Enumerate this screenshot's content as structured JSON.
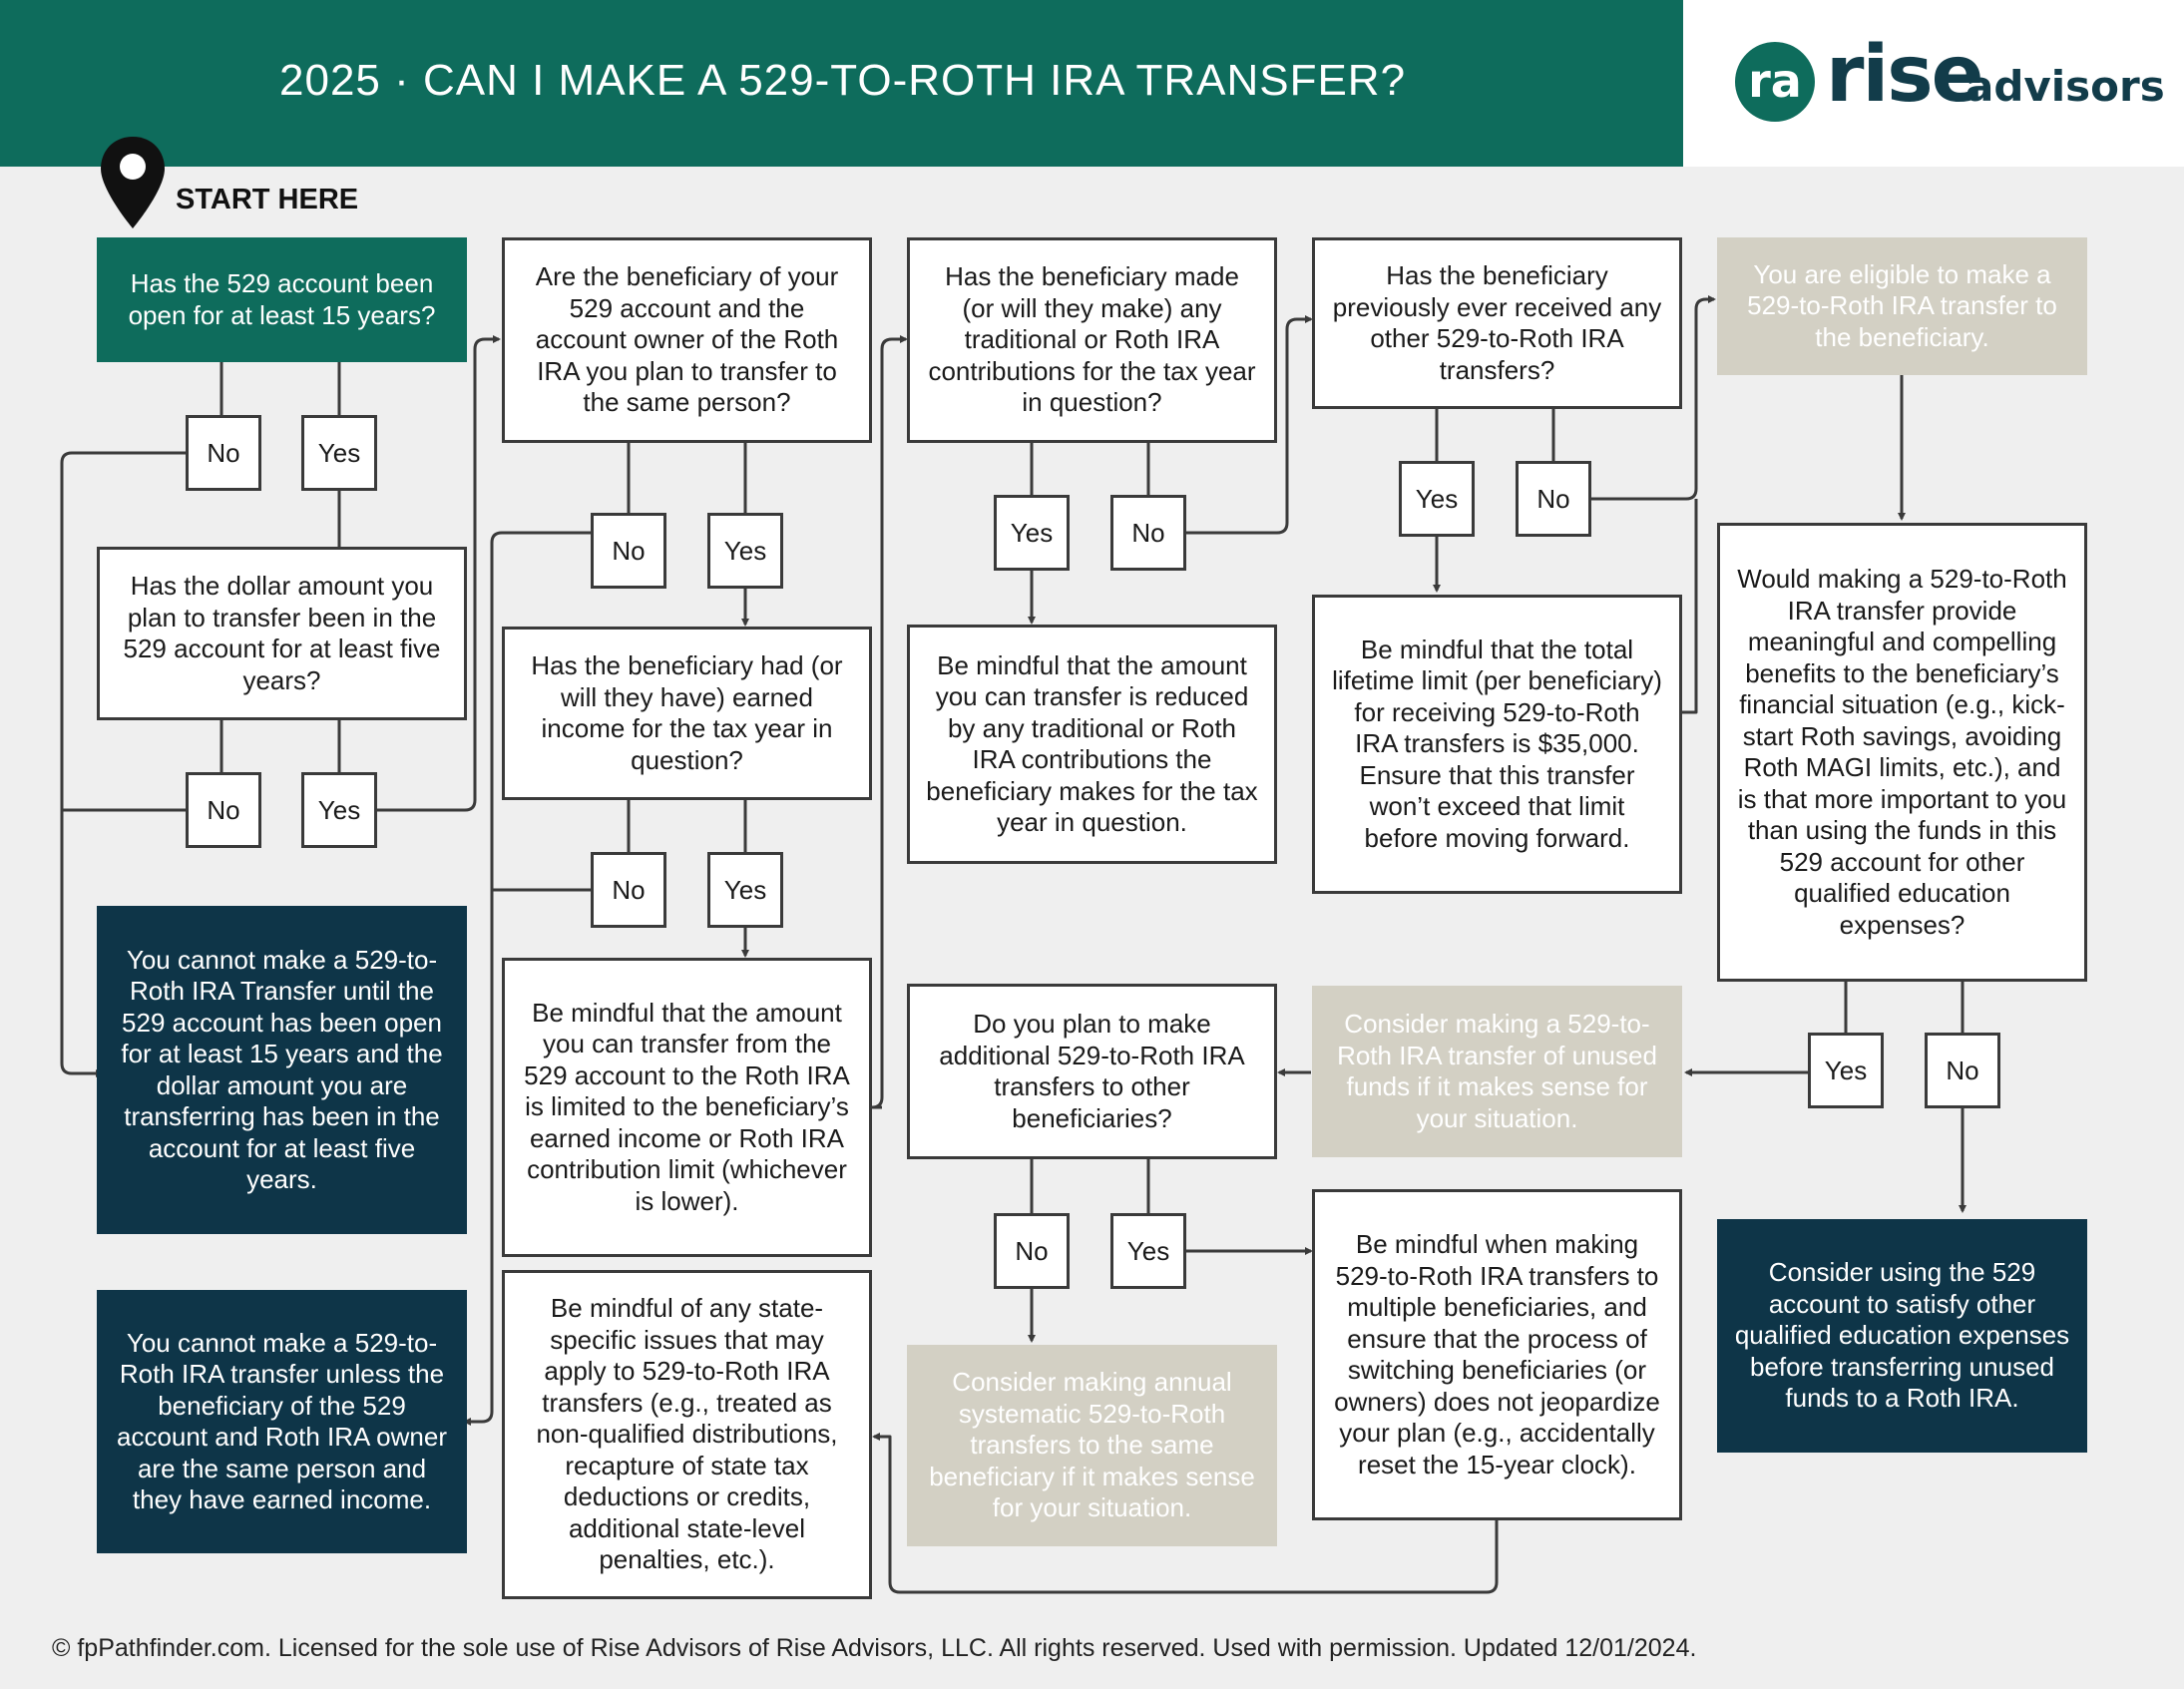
{
  "header": {
    "title": "2025 · CAN I MAKE A 529-TO-ROTH IRA TRANSFER?"
  },
  "logo": {
    "mark": "ra",
    "name": "rise",
    "suffix": "advisors"
  },
  "start": {
    "label": "START HERE",
    "icon": "map-pin-icon"
  },
  "nodes": {
    "q1": "Has the 529 account been open for at least 15 years?",
    "q2": "Has the dollar amount you plan to transfer been in the 529 account for at least five years?",
    "out_fifteen": "You cannot make a 529-to-Roth IRA Transfer until the 529 account has been open for at least 15 years and the dollar amount you are transferring has been in the account for at least five years.",
    "out_same_person": "You cannot make a 529-to-Roth IRA transfer unless the beneficiary of the 529 account and Roth IRA owner are the same person and they have earned income.",
    "q3": "Are the beneficiary of your 529 account and the account owner of the Roth IRA you plan to transfer to the same person?",
    "q4": "Has the beneficiary had (or will they have) earned income for the tax year in question?",
    "note_earned": "Be mindful that the amount you can transfer from the 529 account to the Roth IRA is limited to the beneficiary’s earned income or Roth IRA contribution limit (whichever is lower).",
    "note_state": "Be mindful of any state-specific issues that may apply to 529-to-Roth IRA transfers (e.g., treated as non-qualified distributions, recapture of state tax deductions or credits, additional state-level penalties, etc.).",
    "q5": "Has the beneficiary made (or will they make) any traditional or Roth IRA contributions for the tax year in question?",
    "note_contrib": "Be mindful that the amount you can transfer is reduced by any traditional or Roth IRA contributions the beneficiary makes for the tax year in question.",
    "q6": "Do you plan to make additional 529-to-Roth IRA transfers to other beneficiaries?",
    "consider_annual": "Consider making annual systematic 529-to-Roth transfers to the same beneficiary if it makes sense for your situation.",
    "q7": "Has the beneficiary previously ever received any other 529-to-Roth IRA transfers?",
    "note_lifetime": "Be mindful that the total lifetime limit (per beneficiary) for receiving 529-to-Roth IRA transfers is $35,000. Ensure that this transfer won’t exceed that limit before moving forward.",
    "consider_unused": "Consider making a 529-to-Roth IRA transfer of unused funds if it makes sense for your situation.",
    "note_multiple": "Be mindful when making 529-to-Roth IRA transfers to multiple beneficiaries, and ensure that the process of switching beneficiaries (or owners) does not jeopardize your plan (e.g., accidentally reset the 15-year clock).",
    "eligible": "You are eligible to make a 529-to-Roth IRA transfer to the beneficiary.",
    "q8": "Would making a 529-to-Roth IRA transfer provide meaningful and compelling benefits to the beneficiary’s financial situation (e.g., kick-start Roth savings, avoiding Roth MAGI limits, etc.), and is that more important to you than using the funds in this 529 account for other qualified education expenses?",
    "consider_education": "Consider using the 529 account to satisfy other qualified education expenses before transferring unused funds to a Roth IRA."
  },
  "answers": {
    "yes": "Yes",
    "no": "No"
  },
  "footer": "© fpPathfinder.com. Licensed for the sole use of Rise Advisors of Rise Advisors, LLC. All rights reserved. Used with permission. Updated 12/01/2024.",
  "colors": {
    "teal": "#0e6c5c",
    "navy": "#0e3548",
    "beige": "#d3d0c4",
    "line": "#3a3a3a",
    "background": "#efefef"
  }
}
